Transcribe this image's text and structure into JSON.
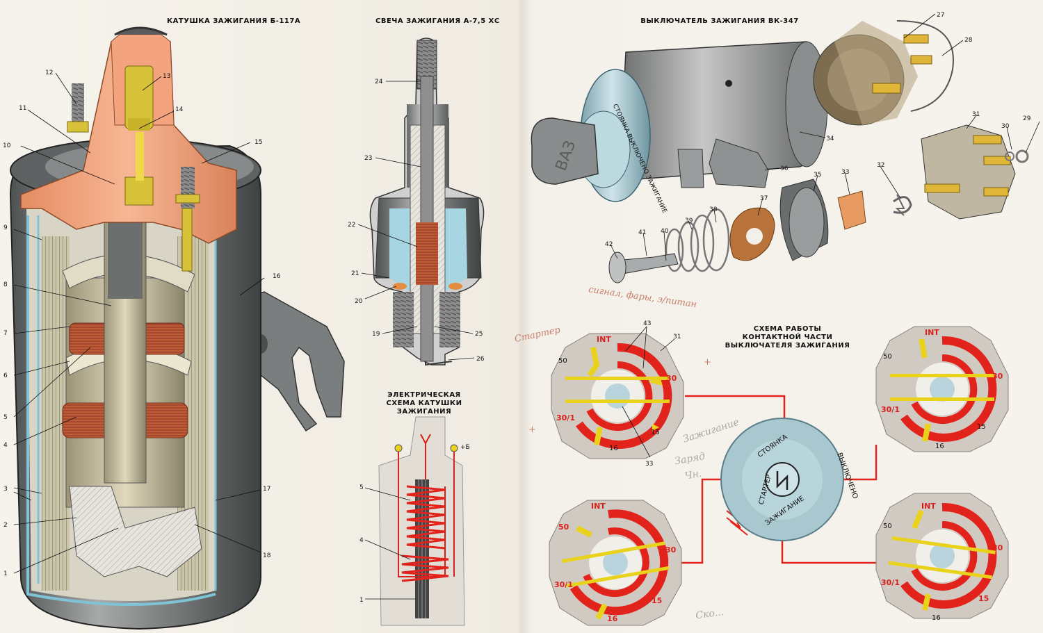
{
  "titles": {
    "coil": "КАТУШКА ЗАЖИГАНИЯ Б-117А",
    "spark_plug": "СВЕЧА ЗАЖИГАНИЯ А-7,5 ХС",
    "switch": "ВЫКЛЮЧАТЕЛЬ ЗАЖИГАНИЯ ВК-347",
    "circuit": "ЭЛЕКТРИЧЕСКАЯ СХЕМА КАТУШКИ ЗАЖИГАНИЯ",
    "contact_scheme": "СХЕМА РАБОТЫ КОНТАКТНОЙ ЧАСТИ ВЫКЛЮЧАТЕЛЯ ЗАЖИГАНИЯ"
  },
  "coil_callouts": [
    "1",
    "2",
    "3",
    "4",
    "5",
    "6",
    "7",
    "8",
    "9",
    "10",
    "11",
    "12",
    "13",
    "14",
    "15",
    "16",
    "17",
    "18"
  ],
  "plug_callouts": [
    "19",
    "20",
    "21",
    "22",
    "23",
    "24",
    "25",
    "26"
  ],
  "circuit_callouts": [
    "1",
    "4",
    "5"
  ],
  "circuit_plus": "+Б",
  "switch_callouts": [
    "27",
    "28",
    "29",
    "30",
    "31",
    "32",
    "33",
    "34",
    "35",
    "36",
    "37",
    "38",
    "39",
    "40",
    "41",
    "42"
  ],
  "scheme_callouts": [
    "31",
    "43",
    "33"
  ],
  "key_text": "ВАЗ",
  "key_ring": "СТОЯНКА ВЫКЛЮЧЕНО ЗАЖИГАНИЕ",
  "dial": {
    "top": "СТОЯНКА",
    "right": "ВЫКЛЮЧЕНО",
    "bottom": "ЗАЖИГАНИЕ",
    "left": "СТАРТЕР"
  },
  "terminals": {
    "int": "INT",
    "t50": "50",
    "t30": "30",
    "t30_1": "30/1",
    "t15": "15",
    "t16": "16"
  },
  "handwritten": {
    "starter": "Стартер",
    "signal": "сигнал, фары, э/питан",
    "ignition": "Зажигание",
    "charge": "Заряд",
    "n": "Чн.",
    "bottom": "Ско..."
  },
  "colors": {
    "copper": "#f2a27a",
    "contact_red": "#e1231c",
    "contact_yellow": "#e8d21b",
    "plastic_blue": "#a9c7cf",
    "metal_grey": "#8d8f8f"
  }
}
